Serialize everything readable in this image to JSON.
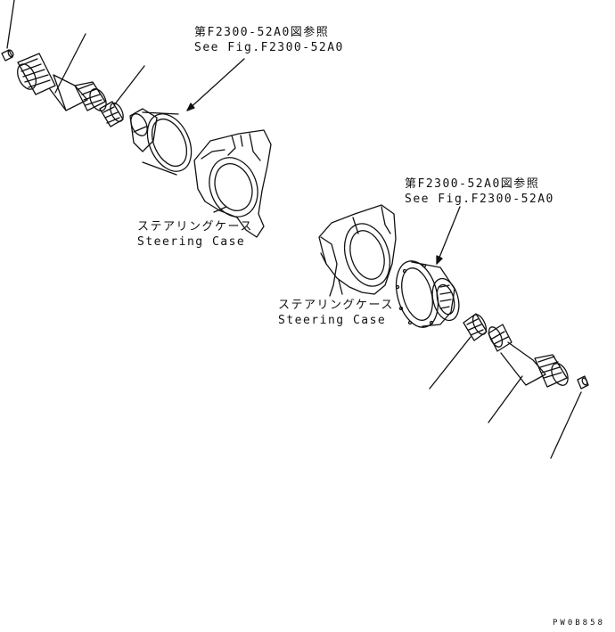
{
  "callouts": [
    {
      "line1": "第F2300-52A0図参照",
      "line2": "See Fig.F2300-52A0"
    },
    {
      "line1": "第F2300-52A0図参照",
      "line2": "See Fig.F2300-52A0"
    }
  ],
  "case_labels": [
    {
      "jp": "ステアリングケース",
      "en": "Steering Case"
    },
    {
      "jp": "ステアリングケース",
      "en": "Steering Case"
    }
  ],
  "drawing_code": "PW0B858"
}
